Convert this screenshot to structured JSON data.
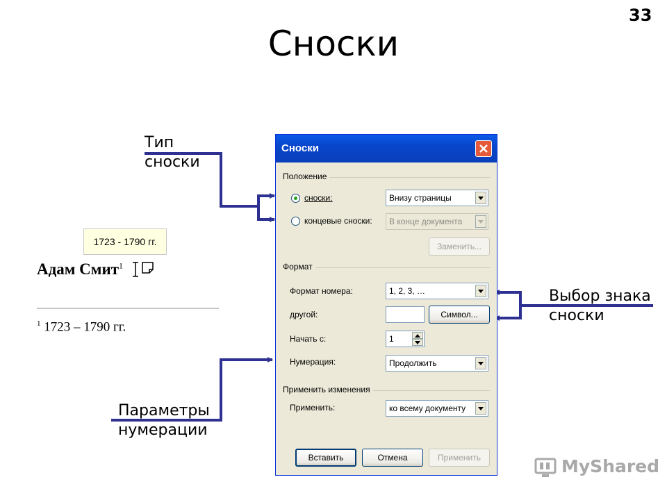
{
  "slide": {
    "number": "33",
    "title": "Сноски"
  },
  "callouts": {
    "type_line1": "Тип",
    "type_line2": "сноски",
    "choice_line1": "Выбор знака",
    "choice_line2": "сноски",
    "params_line1": "Параметры",
    "params_line2": "нумерации"
  },
  "sample": {
    "tooltip": "1723 - 1790 гг.",
    "text": "Адам Смит",
    "text_marker": "1",
    "footnote_marker": "1",
    "footnote_text": " 1723 – 1790 гг."
  },
  "dialog": {
    "title": "Сноски",
    "position_group": "Положение",
    "radio_footnotes": "сноски:",
    "radio_endnotes": "концевые сноски:",
    "footnotes_location": "Внизу страницы",
    "endnotes_location": "В конце документа",
    "convert_button": "Заменить...",
    "format_group": "Формат",
    "number_format_label": "Формат номера:",
    "number_format_value": "1, 2, 3, …",
    "custom_label": "другой:",
    "custom_value": "",
    "symbol_button": "Символ...",
    "start_label": "Начать с:",
    "start_value": "1",
    "numbering_label": "Нумерация:",
    "numbering_value": "Продолжить",
    "apply_group": "Применить изменения",
    "apply_label": "Применить:",
    "apply_value": "ко всему документу",
    "insert_button": "Вставить",
    "cancel_button": "Отмена",
    "apply_button": "Применить"
  },
  "logo": {
    "text": "MyShared"
  },
  "colors": {
    "arrow": "#2e3192",
    "titlebar": "#0a5ae8"
  }
}
